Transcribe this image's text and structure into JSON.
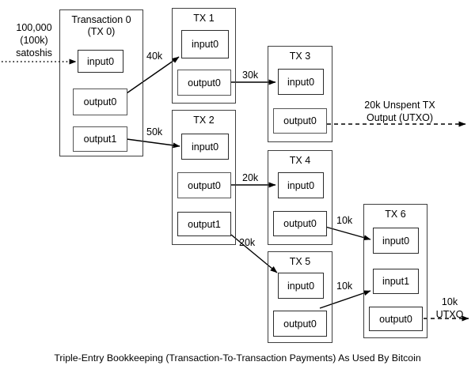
{
  "diagram": {
    "caption": "Triple-Entry Bookkeeping (Transaction-To-Transaction Payments) As Used By Bitcoin",
    "colors": {
      "stroke": "#3f3f3f",
      "inner_stroke": "#555555",
      "text": "#000000",
      "background": "#ffffff"
    },
    "source_label": "100,000\n(100k)\nsatoshis",
    "utxo_label_top": "20k Unspent TX\nOutput (UTXO)",
    "utxo_label_bottom": "10k\nUTXO",
    "transactions": [
      {
        "id": "tx0",
        "title": "Transaction 0\n(TX 0)",
        "slots": [
          {
            "name": "input0",
            "label": "input0"
          },
          {
            "name": "output0",
            "label": "output0"
          },
          {
            "name": "output1",
            "label": "output1"
          }
        ]
      },
      {
        "id": "tx1",
        "title": "TX 1",
        "slots": [
          {
            "name": "input0",
            "label": "input0"
          },
          {
            "name": "output0",
            "label": "output0"
          }
        ]
      },
      {
        "id": "tx2",
        "title": "TX 2",
        "slots": [
          {
            "name": "input0",
            "label": "input0"
          },
          {
            "name": "output0",
            "label": "output0"
          },
          {
            "name": "output1",
            "label": "output1"
          }
        ]
      },
      {
        "id": "tx3",
        "title": "TX 3",
        "slots": [
          {
            "name": "input0",
            "label": "input0"
          },
          {
            "name": "output0",
            "label": "output0"
          }
        ]
      },
      {
        "id": "tx4",
        "title": "TX 4",
        "slots": [
          {
            "name": "input0",
            "label": "input0"
          },
          {
            "name": "output0",
            "label": "output0"
          }
        ]
      },
      {
        "id": "tx5",
        "title": "TX 5",
        "slots": [
          {
            "name": "input0",
            "label": "input0"
          },
          {
            "name": "output0",
            "label": "output0"
          }
        ]
      },
      {
        "id": "tx6",
        "title": "TX 6",
        "slots": [
          {
            "name": "input0",
            "label": "input0"
          },
          {
            "name": "input1",
            "label": "input1"
          },
          {
            "name": "output0",
            "label": "output0"
          }
        ]
      }
    ],
    "flows": [
      {
        "name": "tx0-output0-to-tx1",
        "amount": "40k",
        "from": "tx0.output0",
        "to": "tx1.input0"
      },
      {
        "name": "tx0-output1-to-tx2",
        "amount": "50k",
        "from": "tx0.output1",
        "to": "tx2.input0"
      },
      {
        "name": "tx1-output0-to-tx3",
        "amount": "30k",
        "from": "tx1.output0",
        "to": "tx3.input0"
      },
      {
        "name": "tx2-output0-to-tx4",
        "amount": "20k",
        "from": "tx2.output0",
        "to": "tx4.input0"
      },
      {
        "name": "tx2-output1-to-tx5",
        "amount": "20k",
        "from": "tx2.output1",
        "to": "tx5.input0"
      },
      {
        "name": "tx4-output0-to-tx6",
        "amount": "10k",
        "from": "tx4.output0",
        "to": "tx6.input0"
      },
      {
        "name": "tx5-output0-to-tx6",
        "amount": "10k",
        "from": "tx5.output0",
        "to": "tx6.input1"
      }
    ]
  }
}
